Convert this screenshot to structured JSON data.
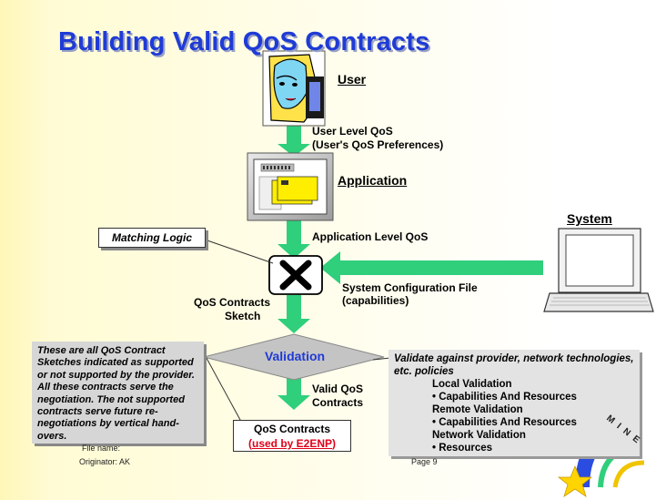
{
  "title": "Building Valid QoS Contracts",
  "nodes": {
    "user": "User",
    "application": "Application",
    "system": "System",
    "validation": "Validation"
  },
  "edges": {
    "user_app_1": "User Level QoS",
    "user_app_2": "(User's QoS Preferences)",
    "app_level": "Application Level QoS",
    "sys_cfg_1": "System Configuration File",
    "sys_cfg_2": "(capabilities)",
    "sketch_1": "QoS Contracts",
    "sketch_2": "Sketch",
    "valid_1": "Valid QoS",
    "valid_2": "Contracts"
  },
  "matching_logic": "Matching Logic",
  "left_note": "These are all QoS Contract Sketches indicated as supported or not supported by the provider. All these contracts serve the negotiation. The not supported contracts serve future re-negotiations by vertical hand-overs.",
  "right_note": {
    "intro": "Validate against provider, network technologies, etc. policies",
    "local": "Local Validation",
    "local_item": "• Capabilities And Resources",
    "remote": "Remote Validation",
    "remote_item": "• Capabilities And Resources",
    "network": "Network Validation",
    "network_item": "• Resources"
  },
  "output_box": {
    "line1": "QoS Contracts",
    "open": "(",
    "link": "used by E2ENP",
    "close": ")"
  },
  "footer": {
    "file": "File name:",
    "originator": "Originator: AK",
    "page": "Page 9"
  },
  "logo_text": "MINE",
  "colors": {
    "title": "#1f3bd6",
    "arrow": "#2fcf7c",
    "validation_text": "#1f3bd6",
    "link": "#e0001a"
  }
}
